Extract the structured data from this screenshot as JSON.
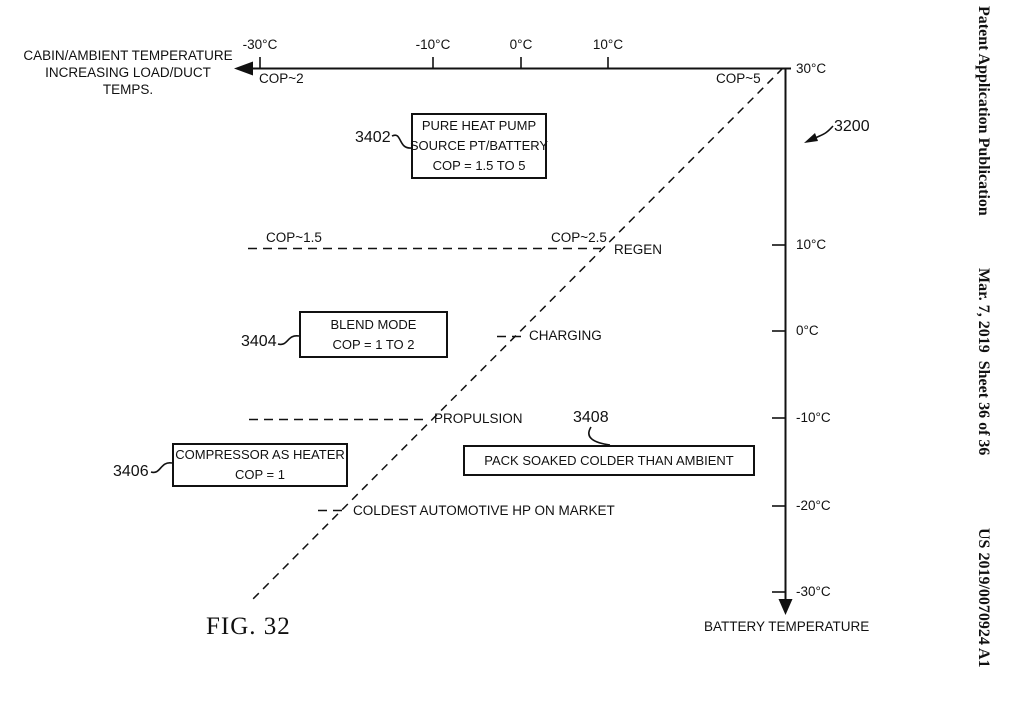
{
  "colors": {
    "ink": "#111111",
    "paper": "#ffffff"
  },
  "sidebar": {
    "publication": "Patent Application Publication",
    "date_sheet": "Mar. 7, 2019  Sheet 36 of 36",
    "patent_number": "US 2019/0070924 A1"
  },
  "figure": {
    "caption": "FIG. 32",
    "figure_ref": "3200",
    "x_axis": {
      "title_line1": "CABIN/AMBIENT TEMPERATURE",
      "title_line2": "INCREASING LOAD/DUCT TEMPS.",
      "tick_labels": [
        "-30°C",
        "-10°C",
        "0°C",
        "10°C"
      ]
    },
    "y_axis": {
      "title": "BATTERY TEMPERATURE",
      "tick_labels": [
        "30°C",
        "10°C",
        "0°C",
        "-10°C",
        "-20°C",
        "-30°C"
      ]
    },
    "cop": {
      "left_top": "COP~2",
      "right_top": "COP~5",
      "mid_left": "COP~1.5",
      "mid_right": "COP~2.5"
    },
    "modes": {
      "regen": "REGEN",
      "charging": "CHARGING",
      "propulsion": "PROPULSION",
      "coldest": "COLDEST AUTOMOTIVE HP ON MARKET"
    },
    "boxes": {
      "b3402": {
        "ref": "3402",
        "line1": "PURE HEAT PUMP",
        "line2": "SOURCE PT/BATTERY",
        "line3": "COP = 1.5 TO 5"
      },
      "b3404": {
        "ref": "3404",
        "line1": "BLEND MODE",
        "line2": "COP = 1 TO 2"
      },
      "b3406": {
        "ref": "3406",
        "line1": "COMPRESSOR AS HEATER",
        "line2": "COP = 1"
      },
      "b3408": {
        "ref": "3408",
        "line1": "PACK SOAKED COLDER THAN AMBIENT"
      }
    }
  }
}
